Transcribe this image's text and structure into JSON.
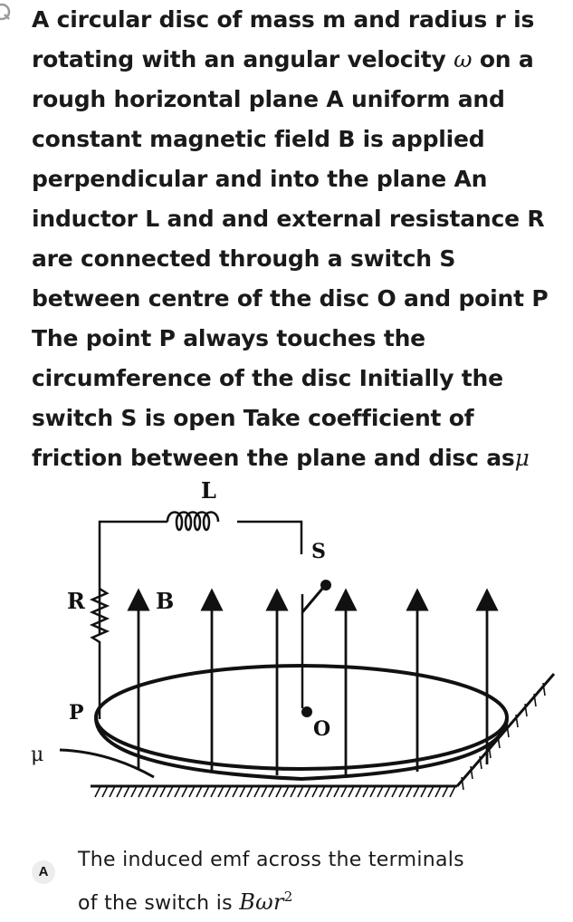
{
  "question": {
    "icon": "q-icon",
    "lines": [
      "A circular disc of mass m and radius r is",
      "rotating with an angular velocity",
      "rough horizontal plane A uniform and",
      "constant magnetic field B is applied",
      "perpendicular and into the plane An",
      "inductor L and and external resistance R",
      "are connected through a switch S",
      "between centre of the disc O and point P",
      "The point P always touches the",
      "circumference of the disc Initially the",
      "switch S is open Take coefficient of",
      "friction between the plane and disc as"
    ],
    "omega_symbol": "ω",
    "line2_tail": " on a",
    "mu_symbol": "μ"
  },
  "figure": {
    "label_L": "L",
    "label_S": "S",
    "label_R": "R",
    "label_B": "B",
    "label_P": "P",
    "label_O": "O",
    "label_mu": "μ"
  },
  "option_a": {
    "badge": "A",
    "line1": "The induced emf across the terminals",
    "line2": "of the switch is ",
    "math": "Bωr",
    "math_sup": "2"
  }
}
